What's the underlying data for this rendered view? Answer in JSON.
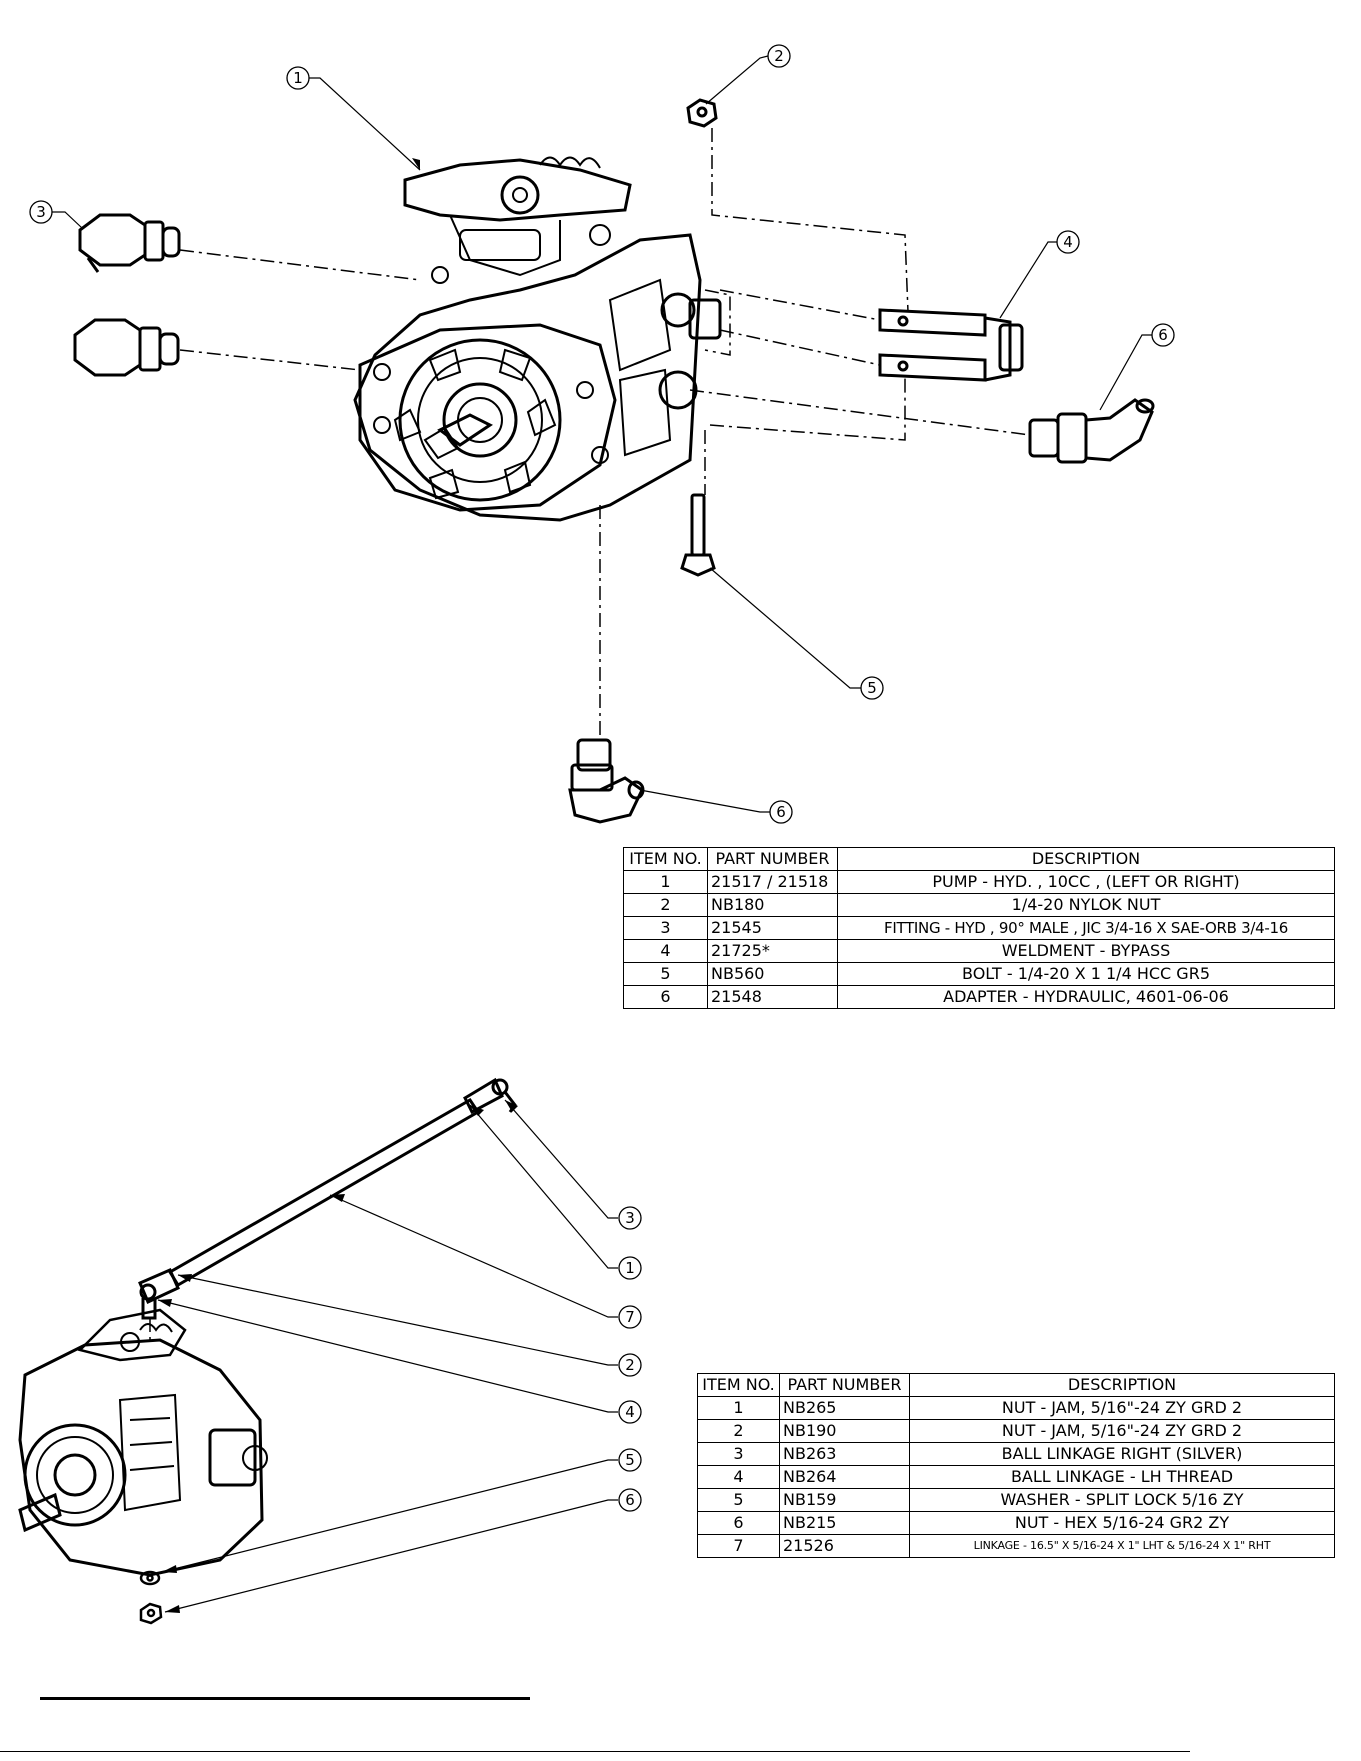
{
  "callouts_top": [
    "1",
    "2",
    "3",
    "4",
    "5",
    "6",
    "6"
  ],
  "callouts_bottom": [
    "3",
    "1",
    "7",
    "2",
    "4",
    "5",
    "6"
  ],
  "bom_top": {
    "headers": [
      "ITEM NO.",
      "PART NUMBER",
      "DESCRIPTION"
    ],
    "rows": [
      {
        "item": "1",
        "part": "21517 / 21518",
        "desc": "PUMP - HYD. , 10CC , (LEFT OR RIGHT)"
      },
      {
        "item": "2",
        "part": "NB180",
        "desc": "1/4-20 NYLOK NUT"
      },
      {
        "item": "3",
        "part": "21545",
        "desc": "FITTING - HYD , 90° MALE , JIC 3/4-16 X SAE-ORB 3/4-16"
      },
      {
        "item": "4",
        "part": "21725*",
        "desc": "WELDMENT - BYPASS"
      },
      {
        "item": "5",
        "part": "NB560",
        "desc": "BOLT - 1/4-20 X 1 1/4 HCC GR5"
      },
      {
        "item": "6",
        "part": "21548",
        "desc": "ADAPTER - HYDRAULIC, 4601-06-06"
      }
    ]
  },
  "bom_bottom": {
    "headers": [
      "ITEM NO.",
      "PART NUMBER",
      "DESCRIPTION"
    ],
    "rows": [
      {
        "item": "1",
        "part": "NB265",
        "desc": "NUT - JAM, 5/16\"-24 ZY GRD 2"
      },
      {
        "item": "2",
        "part": "NB190",
        "desc": "NUT - JAM, 5/16\"-24 ZY GRD 2"
      },
      {
        "item": "3",
        "part": "NB263",
        "desc": "BALL LINKAGE RIGHT (SILVER)"
      },
      {
        "item": "4",
        "part": "NB264",
        "desc": "BALL LINKAGE - LH THREAD"
      },
      {
        "item": "5",
        "part": "NB159",
        "desc": "WASHER - SPLIT LOCK 5/16 ZY"
      },
      {
        "item": "6",
        "part": "NB215",
        "desc": "NUT - HEX 5/16-24 GR2 ZY"
      },
      {
        "item": "7",
        "part": "21526",
        "desc": "LINKAGE - 16.5\" X 5/16-24 X 1\" LHT & 5/16-24 X 1\" RHT"
      }
    ]
  }
}
